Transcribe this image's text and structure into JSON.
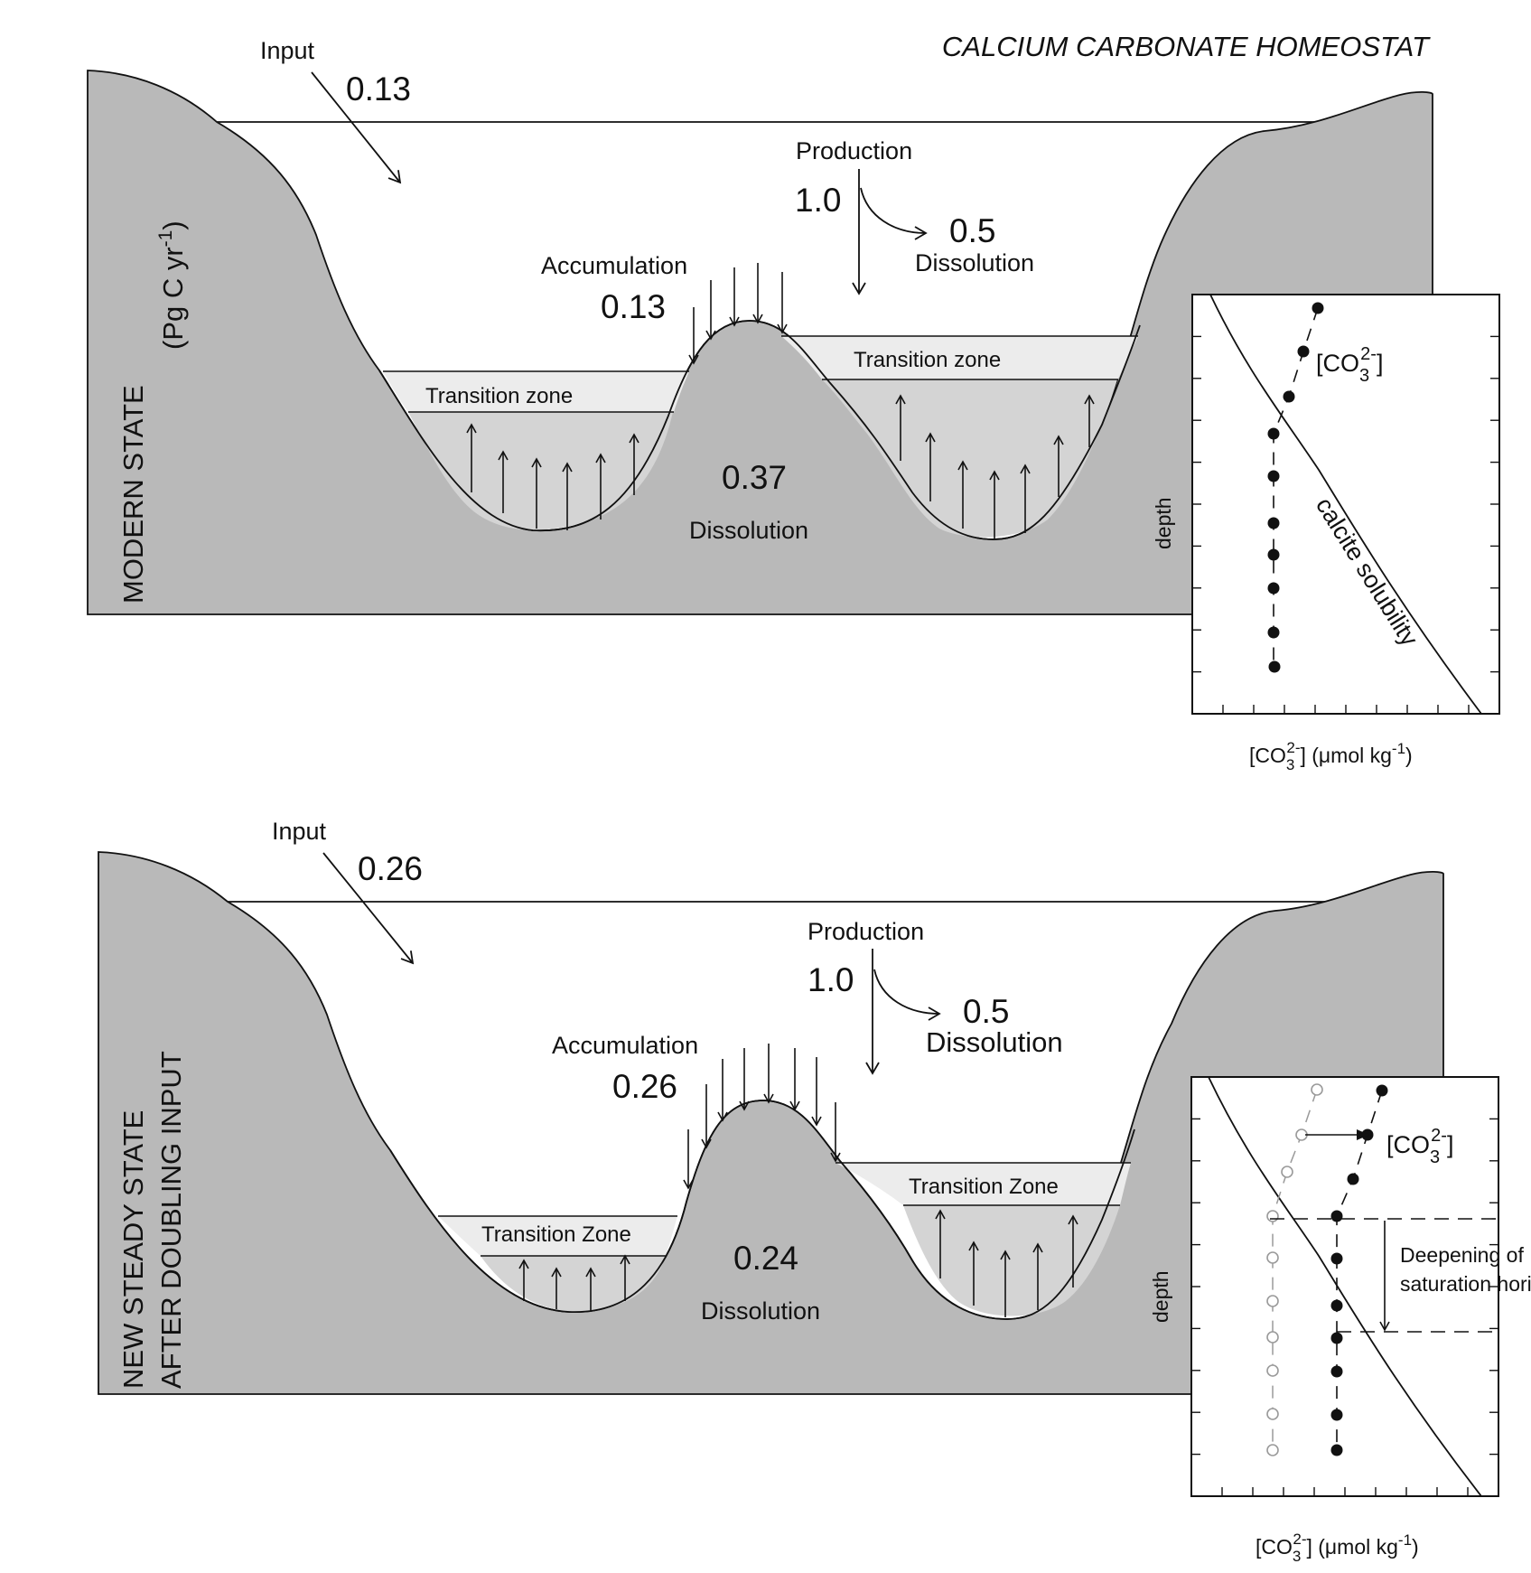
{
  "title": "CALCIUM CARBONATE HOMEOSTAT",
  "colors": {
    "seafloor": "#b9b9b9",
    "transition": "#ececec",
    "undersaturated": "#d4d4d4",
    "ink": "#111111",
    "initial_profile": "#9a9a9a"
  },
  "modern": {
    "side_label_1": "MODERN STATE",
    "side_label_2": "(Pg C yr",
    "side_label_sup": "-1",
    "side_label_3": ")",
    "input_label": "Input",
    "input_value": "0.13",
    "production_label": "Production",
    "production_value": "1.0",
    "shallow_dissolution_value": "0.5",
    "shallow_dissolution_label": "Dissolution",
    "accumulation_label": "Accumulation",
    "accumulation_value": "0.13",
    "transition_left": "Transition zone",
    "transition_right": "Transition zone",
    "deep_dissolution_value": "0.37",
    "deep_dissolution_label": "Dissolution",
    "inset": {
      "curve_label": "calcite solubility",
      "y_label": "depth",
      "x_label": "(μmol kg",
      "x_label_sup": "-1",
      "x_label_end": ")"
    }
  },
  "doubled": {
    "side_label_1": "NEW STEADY STATE",
    "side_label_2": "AFTER DOUBLING INPUT",
    "input_label": "Input",
    "input_value": "0.26",
    "production_label": "Production",
    "production_value": "1.0",
    "shallow_dissolution_value": "0.5",
    "shallow_dissolution_label": "Dissolution",
    "accumulation_label": "Accumulation",
    "accumulation_value": "0.26",
    "transition_left": "Transition Zone",
    "transition_right": "Transition Zone",
    "deep_dissolution_value": "0.24",
    "deep_dissolution_label": "Dissolution",
    "inset": {
      "annotation_line_1": "Deepening of",
      "annotation_line_2": "saturation horizon",
      "y_label": "depth",
      "x_label": "(μmol kg",
      "x_label_sup": "-1",
      "x_label_end": ")"
    }
  }
}
